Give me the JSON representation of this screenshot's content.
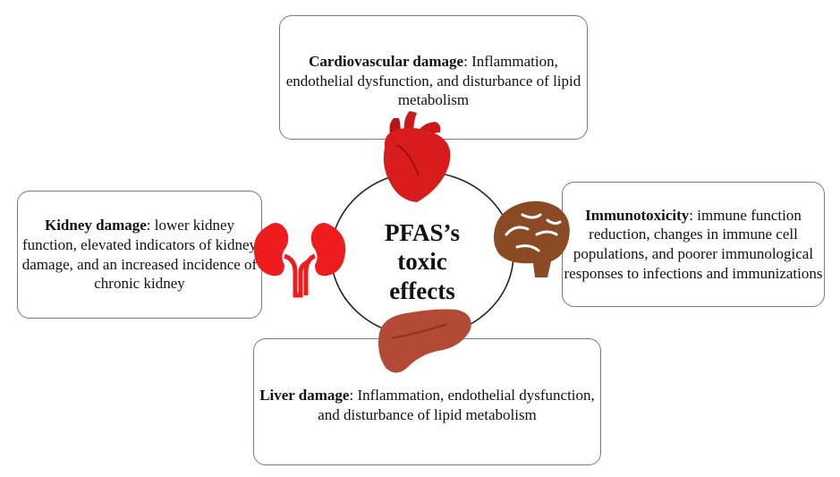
{
  "center": {
    "line1": "PFAS’s",
    "line2": "toxic",
    "line3": "effects"
  },
  "cardiovascular": {
    "title": "Cardiovascular damage",
    "text": ": Inflammation, endothelial dysfunction, and disturbance of lipid metabolism"
  },
  "kidney": {
    "title": "Kidney damage",
    "text": ": lower kidney function, elevated indicators of kidney damage, and an increased incidence of chronic kidney"
  },
  "immuno": {
    "title": "Immunotoxicity",
    "text": ": immune function reduction, changes in immune cell populations, and poorer immunological responses to infections and immunizations"
  },
  "liver": {
    "title": "Liver damage",
    "text": ": Inflammation, endothelial dysfunction, and disturbance of lipid metabolism"
  },
  "icons": {
    "heart": "heart-icon",
    "kidneys": "kidneys-icon",
    "brain": "brain-icon",
    "liver": "liver-icon"
  },
  "colors": {
    "heart": "#d81c1c",
    "kidneys": "#ee1c1c",
    "brain": "#8a4a24",
    "liver": "#b34a35",
    "border": "#6e7b93"
  }
}
